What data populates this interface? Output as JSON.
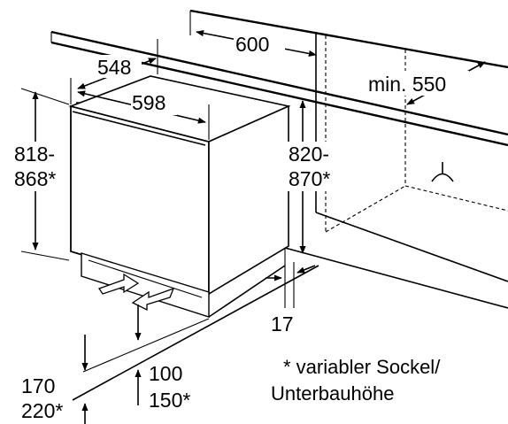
{
  "dimensions": {
    "niche_depth": "600",
    "min_depth": "min. 550",
    "appliance_depth": "548",
    "appliance_width": "598",
    "appliance_height_line1": "818-",
    "appliance_height_line2": "868*",
    "niche_height_line1": "820-",
    "niche_height_line2": "870*",
    "plinth_gap": "17",
    "plinth_height_line1": "170",
    "plinth_height_line2": "220*",
    "vent_height_line1": "100",
    "vent_height_line2": "150*"
  },
  "footnote": {
    "line1": "* variabler Sockel/",
    "line2": "Unterbauhöhe"
  }
}
